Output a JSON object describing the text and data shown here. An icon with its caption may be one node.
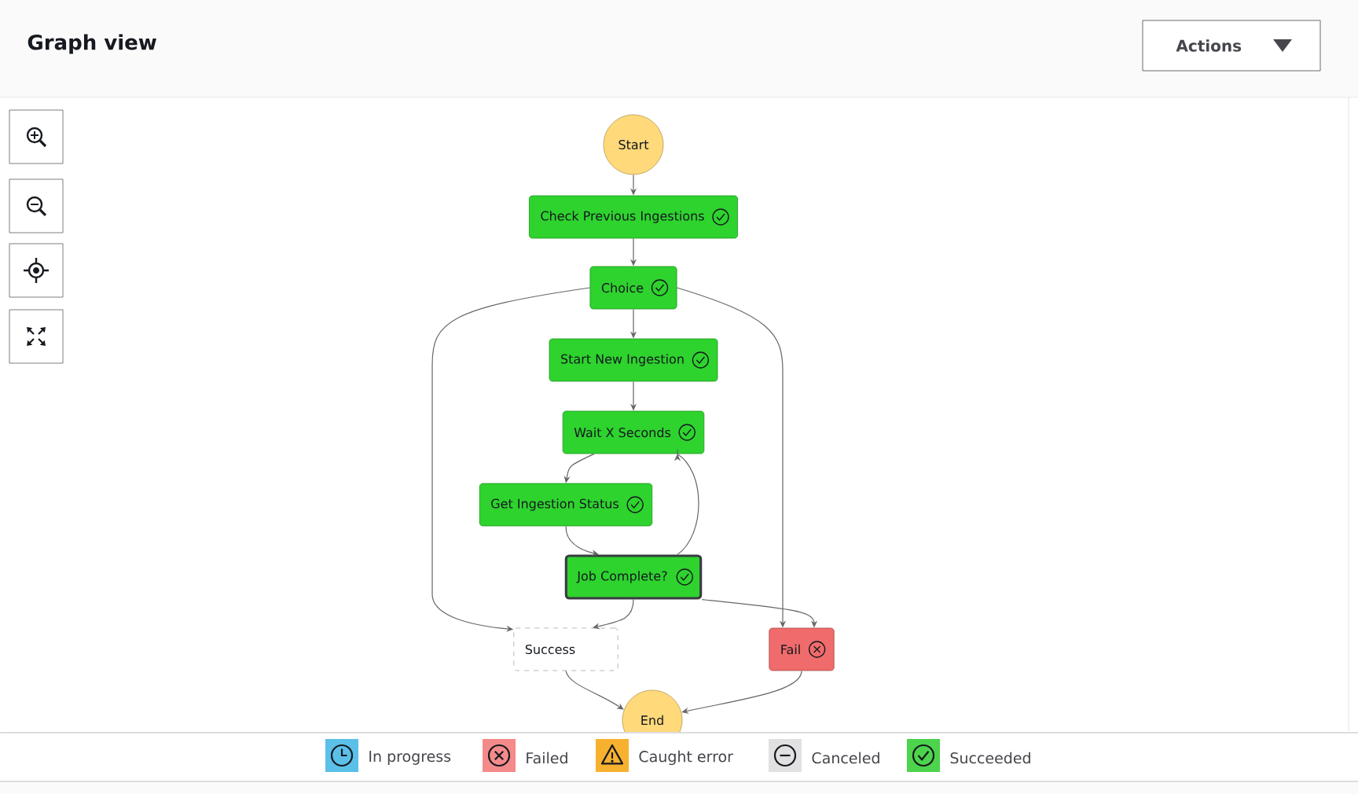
{
  "diagram": {
    "title": "Graph view",
    "nodes": [
      {
        "text": [
          "Start"
        ]
      },
      {
        "text": [
          "Check Previous Ingestions"
        ]
      },
      {
        "text": [
          "Choice"
        ]
      },
      {
        "text": [
          "Start New Ingestion"
        ]
      },
      {
        "text": [
          "Wait X Seconds"
        ]
      },
      {
        "text": [
          "Get Ingestion Status"
        ]
      },
      {
        "text": [
          "Job Complete?"
        ]
      },
      {
        "text": [
          "Success"
        ]
      },
      {
        "text": [
          "Fail"
        ]
      },
      {
        "text": [
          "End"
        ]
      }
    ],
    "edges": [
      {
        "from": 0,
        "to": 1,
        "arrow": "to"
      },
      {
        "from": 1,
        "to": 2,
        "arrow": "to"
      },
      {
        "from": 2,
        "to": 3,
        "arrow": "to"
      },
      {
        "from": 2,
        "to": 7,
        "arrow": "to"
      },
      {
        "from": 2,
        "to": 8,
        "arrow": "to"
      },
      {
        "from": 3,
        "to": 4,
        "arrow": "to"
      },
      {
        "from": 4,
        "to": 5,
        "arrow": "to"
      },
      {
        "from": 5,
        "to": 6,
        "arrow": "to"
      },
      {
        "from": 6,
        "to": 4,
        "arrow": "to"
      },
      {
        "from": 6,
        "to": 7,
        "arrow": "to"
      },
      {
        "from": 6,
        "to": 8,
        "arrow": "to"
      },
      {
        "from": 7,
        "to": 9,
        "arrow": "to"
      },
      {
        "from": 8,
        "to": 9,
        "arrow": "to"
      }
    ],
    "labels": [
      "Actions"
    ],
    "legend": [
      {
        "text": "In progress",
        "color": "#5bc0e8"
      },
      {
        "text": "Failed",
        "color": "#f48a8a"
      },
      {
        "text": "Caught error",
        "color": "#f7b12f"
      },
      {
        "text": "Canceled",
        "color": "#e1e1e1"
      },
      {
        "text": "Succeeded",
        "color": "#4cd44c"
      }
    ]
  }
}
